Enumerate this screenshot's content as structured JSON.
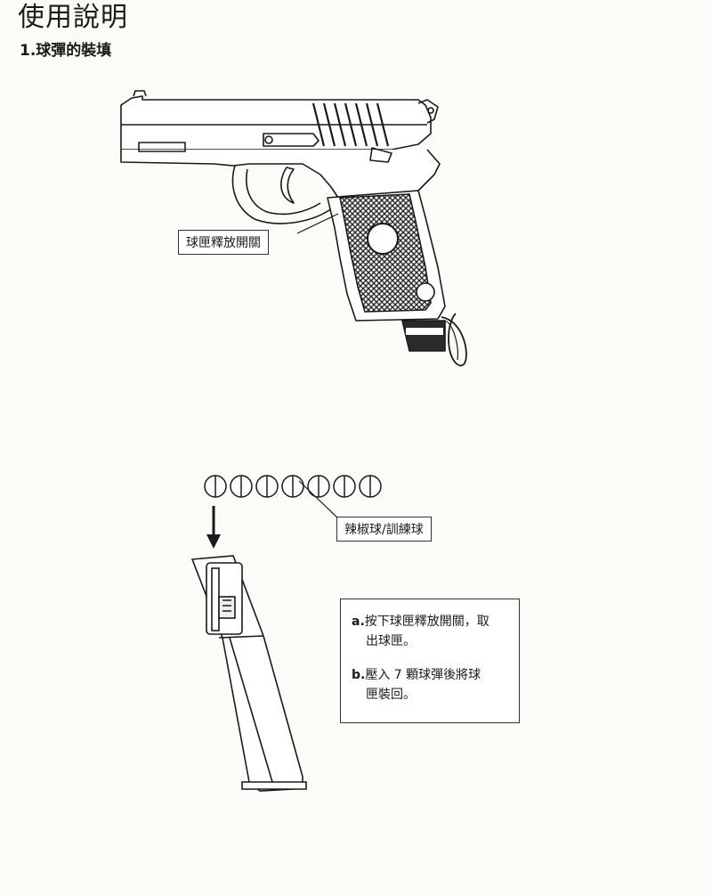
{
  "page": {
    "title": "使用說明",
    "section": "1.球彈的裝填"
  },
  "callouts": {
    "magazine_release": "球匣釋放開關",
    "ball_type": "辣椒球/訓練球"
  },
  "instructions": [
    {
      "key": "a.",
      "line1": "按下球匣釋放開關，取",
      "line2": "出球匣。"
    },
    {
      "key": "b.",
      "line1": "壓入 7 顆球彈後將球",
      "line2": "匣裝回。"
    }
  ],
  "balls": {
    "count": 7
  },
  "colors": {
    "ink": "#1a1a1a",
    "paper": "#fbfbf8",
    "grip": "#3a3a3a"
  }
}
